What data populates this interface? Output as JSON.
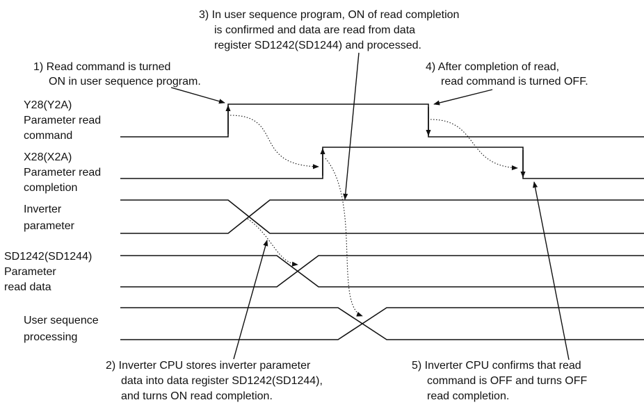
{
  "signals": {
    "y28": [
      "Y28(Y2A)",
      "Parameter read",
      "command"
    ],
    "x28": [
      "X28(X2A)",
      "Parameter read",
      "completion"
    ],
    "inverter_parameter": [
      "Inverter",
      "parameter"
    ],
    "sd1242": [
      "SD1242(SD1244)",
      "Parameter",
      "read data"
    ],
    "user_sequence": [
      "User sequence",
      "processing"
    ]
  },
  "annotations": {
    "a1": [
      "1) Read command is turned",
      "ON in user sequence program."
    ],
    "a2": [
      "2) Inverter CPU stores inverter parameter",
      "data into data register SD1242(SD1244),",
      "and turns ON read completion."
    ],
    "a3": [
      "3) In user sequence program, ON of read completion",
      "is confirmed and data are read from data",
      "register SD1242(SD1244) and processed."
    ],
    "a4": [
      "4) After completion of read,",
      "read command is turned OFF."
    ],
    "a5": [
      "5) Inverter CPU confirms that read",
      "command is OFF and turns OFF",
      "read completion."
    ]
  }
}
